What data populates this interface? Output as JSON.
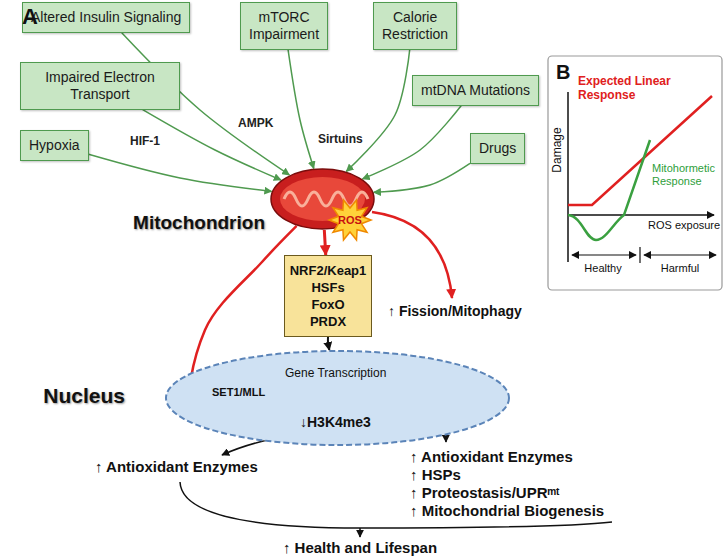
{
  "diagram": {
    "nodes": [
      {
        "text": [
          "Altered Insulin Signaling"
        ]
      },
      {
        "text": [
          "mTORC Impairment"
        ]
      },
      {
        "text": [
          "Calorie Restriction"
        ]
      },
      {
        "text": [
          "Impaired Electron Transport"
        ]
      },
      {
        "text": [
          "mtDNA Mutations"
        ]
      },
      {
        "text": [
          "Hypoxia"
        ]
      },
      {
        "text": [
          "Drugs"
        ]
      },
      {
        "text": [
          "Mitochondrion",
          "ROS"
        ]
      },
      {
        "text": [
          "NRF2/Keap1 HSFs FoxO PRDX"
        ]
      },
      {
        "text": [
          "Nucleus"
        ]
      }
    ],
    "edges": [
      {
        "from": 0,
        "to": 7,
        "arrow": "to"
      },
      {
        "from": 1,
        "to": 7,
        "label": "AMPK",
        "arrow": "to"
      },
      {
        "from": 2,
        "to": 7,
        "label": "Sirtuins",
        "arrow": "to"
      },
      {
        "from": 3,
        "to": 7,
        "arrow": "to"
      },
      {
        "from": 4,
        "to": 7,
        "arrow": "to"
      },
      {
        "from": 5,
        "to": 7,
        "label": "HIF-1",
        "arrow": "to"
      },
      {
        "from": 6,
        "to": 7,
        "arrow": "to"
      },
      {
        "from": 7,
        "to": 8,
        "arrow": "to"
      },
      {
        "from": 8,
        "to": 9,
        "arrow": "to"
      },
      {
        "from": 7,
        "to": 9,
        "arrow": "to"
      }
    ],
    "labels": [
      "A",
      "B",
      "Gene Transcription",
      "SET1/MLL",
      "↓H3K4me3",
      "↑ Fission/Mitophagy",
      "↑ Antioxidant Enzymes",
      "↑ Antioxidant Enzymes",
      "↑ HSPs",
      "↑ Proteostasis/UPRᵐᵗ",
      "↑ Mitochondrial Biogenesis",
      "↑ Health and Lifespan",
      "Expected Linear Response",
      "Mitohormetic Response",
      "Damage",
      "ROS exposure",
      "Healthy",
      "Harmful"
    ]
  }
}
